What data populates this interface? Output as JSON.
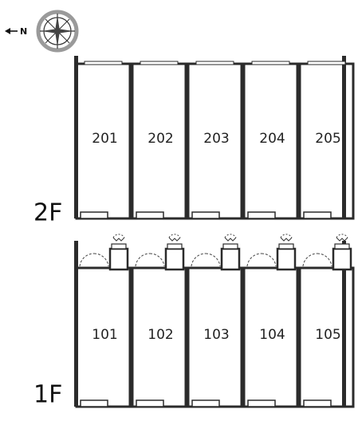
{
  "compass": {
    "north_letter": "N"
  },
  "floors": [
    {
      "label": "2F",
      "units": [
        "201",
        "202",
        "203",
        "204",
        "205"
      ]
    },
    {
      "label": "1F",
      "units": [
        "101",
        "102",
        "103",
        "104",
        "105"
      ]
    }
  ],
  "colors": {
    "wall": "#2b2b2b",
    "background": "#ffffff",
    "compass_ring": "#9a9a9a"
  }
}
